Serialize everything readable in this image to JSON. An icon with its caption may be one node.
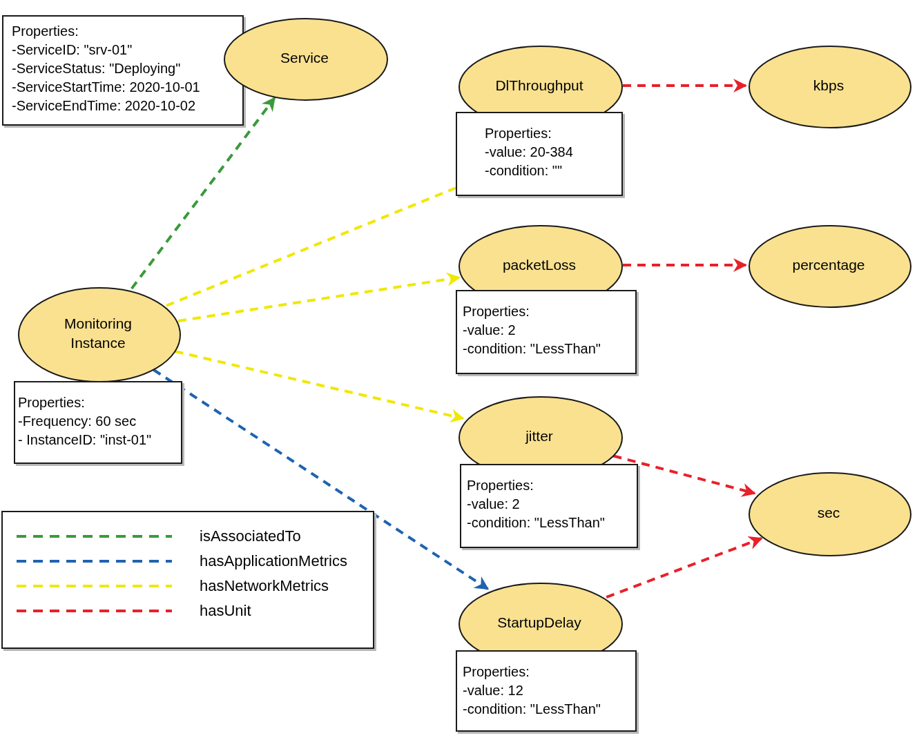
{
  "diagram": {
    "nodes": [
      {
        "text": [
          "Properties:",
          "-ServiceID: \"srv-01\"",
          "-ServiceStatus: \"Deploying\"",
          "-ServiceStartTime: 2020-10-01",
          "-ServiceEndTime: 2020-10-02"
        ]
      },
      {
        "text": [
          "Service"
        ]
      },
      {
        "text": [
          "DlThroughput"
        ]
      },
      {
        "text": [
          "kbps"
        ]
      },
      {
        "text": [
          "Properties:",
          "-value: 20-384",
          "-condition: \"\""
        ]
      },
      {
        "text": [
          "packetLoss"
        ]
      },
      {
        "text": [
          "percentage"
        ]
      },
      {
        "text": [
          "Properties:",
          "-value: 2",
          "-condition: \"LessThan\""
        ]
      },
      {
        "text": [
          "Monitoring Instance"
        ]
      },
      {
        "text": [
          "Properties:",
          "-Frequency: 60 sec",
          "- InstanceID: \"inst-01\""
        ]
      },
      {
        "text": [
          "jitter"
        ]
      },
      {
        "text": [
          "Properties:",
          "-value: 2",
          "-condition: \"LessThan\""
        ]
      },
      {
        "text": [
          "sec"
        ]
      },
      {
        "text": [
          "StartupDelay"
        ]
      },
      {
        "text": [
          "Properties:",
          "-value: 12",
          "-condition: \"LessThan\""
        ]
      }
    ],
    "edges": [
      {
        "from": 8,
        "to": 1,
        "arrow": "to",
        "style": "dashed",
        "color": "#3a9a3a"
      },
      {
        "from": 8,
        "to": 4,
        "arrow": "none",
        "style": "dashed",
        "color": "#f0e800"
      },
      {
        "from": 8,
        "to": 5,
        "arrow": "to",
        "style": "dashed",
        "color": "#f0e800"
      },
      {
        "from": 8,
        "to": 10,
        "arrow": "to",
        "style": "dashed",
        "color": "#f0e800"
      },
      {
        "from": 8,
        "to": 13,
        "arrow": "to",
        "style": "dashed",
        "color": "#1f63b0"
      },
      {
        "from": 2,
        "to": 3,
        "arrow": "to",
        "style": "dashed",
        "color": "#e8202a"
      },
      {
        "from": 5,
        "to": 6,
        "arrow": "to",
        "style": "dashed",
        "color": "#e8202a"
      },
      {
        "from": 10,
        "to": 12,
        "arrow": "to",
        "style": "dashed",
        "color": "#e8202a"
      },
      {
        "from": 13,
        "to": 12,
        "arrow": "to",
        "style": "dashed",
        "color": "#e8202a"
      }
    ],
    "legend": [
      {
        "text": "isAssociatedTo"
      },
      {
        "text": "hasApplicationMetrics"
      },
      {
        "text": "hasNetworkMetrics"
      },
      {
        "text": "hasUnit"
      }
    ]
  }
}
